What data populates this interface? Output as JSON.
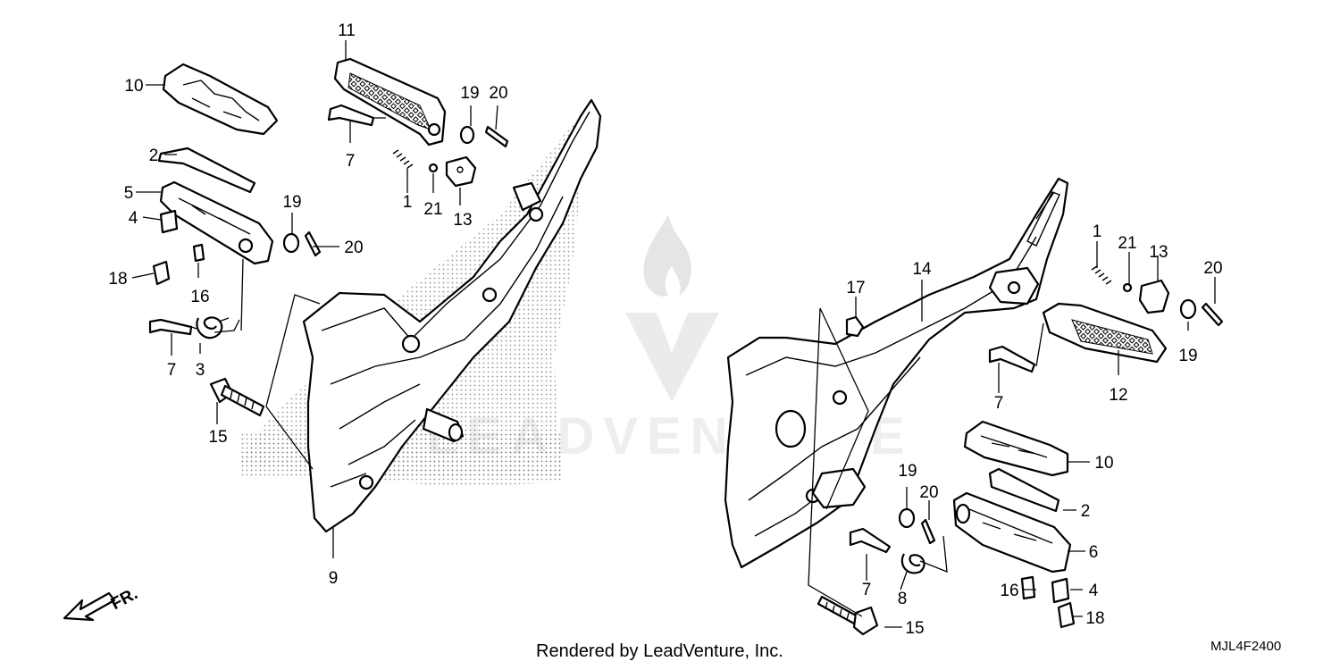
{
  "footer": {
    "credit": "Rendered by LeadVenture, Inc.",
    "code": "MJL4F2400"
  },
  "direction": {
    "label": "FR."
  },
  "watermark": {
    "text": "LEADVENTURE"
  },
  "callouts": {
    "left": {
      "c1": "1",
      "c2": "2",
      "c3": "3",
      "c4": "4",
      "c5": "5",
      "c7a": "7",
      "c7b": "7",
      "c9": "9",
      "c10": "10",
      "c11": "11",
      "c13": "13",
      "c15": "15",
      "c16": "16",
      "c18": "18",
      "c19a": "19",
      "c19b": "19",
      "c20a": "20",
      "c20b": "20",
      "c21": "21"
    },
    "right": {
      "c1": "1",
      "c2": "2",
      "c4": "4",
      "c6": "6",
      "c7a": "7",
      "c7b": "7",
      "c8": "8",
      "c10": "10",
      "c12": "12",
      "c13": "13",
      "c14": "14",
      "c15": "15",
      "c16": "16",
      "c17": "17",
      "c18": "18",
      "c19a": "19",
      "c19b": "19",
      "c20a": "20",
      "c20b": "20",
      "c21": "21"
    }
  }
}
